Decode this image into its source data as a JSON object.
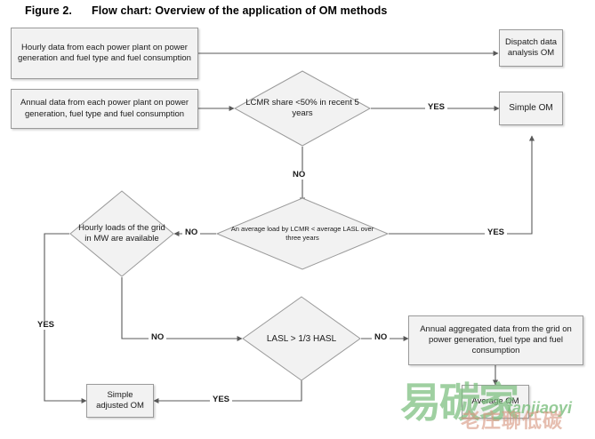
{
  "figure": {
    "number": "Figure 2.",
    "title": "Flow chart: Overview of the application of OM methods"
  },
  "nodes": {
    "hourly_plant_data": "Hourly data from each power plant on power generation and fuel type and fuel consumption",
    "annual_plant_data": "Annual data from each power plant on power generation, fuel type and fuel consumption",
    "dispatch_data_om": "Dispatch data analysis OM",
    "lcmr_share": "LCMR share <50% in recent 5 years",
    "simple_om": "Simple OM",
    "hourly_grid_loads": "Hourly loads of the grid in MW are available",
    "avg_load_lcmr": "An average load by LCMR < average LASL over three years",
    "lasl_hasl": "LASL > 1/3 HASL",
    "annual_grid_data": "Annual aggregated data from the grid on power generation, fuel type and fuel consumption",
    "simple_adjusted_om": "Simple adjusted OM",
    "average_om": "Average OM"
  },
  "edge_labels": {
    "lcmr_yes": "YES",
    "lcmr_no": "NO",
    "avgload_yes": "YES",
    "avgload_no": "NO",
    "hourly_yes": "YES",
    "lasl_no_left": "NO",
    "lasl_no_right": "NO",
    "lasl_yes": "YES"
  },
  "watermark": {
    "logo": "易碳家",
    "latin": "tanjiaoyi",
    "sub": "老庄聊低碳"
  },
  "colors": {
    "node_fill": "#f2f2f2",
    "node_border": "#9a9a9a",
    "connector": "#595959",
    "text": "#1a1a1a",
    "watermark_green": "#7abe7d",
    "watermark_orange": "#d69680"
  }
}
